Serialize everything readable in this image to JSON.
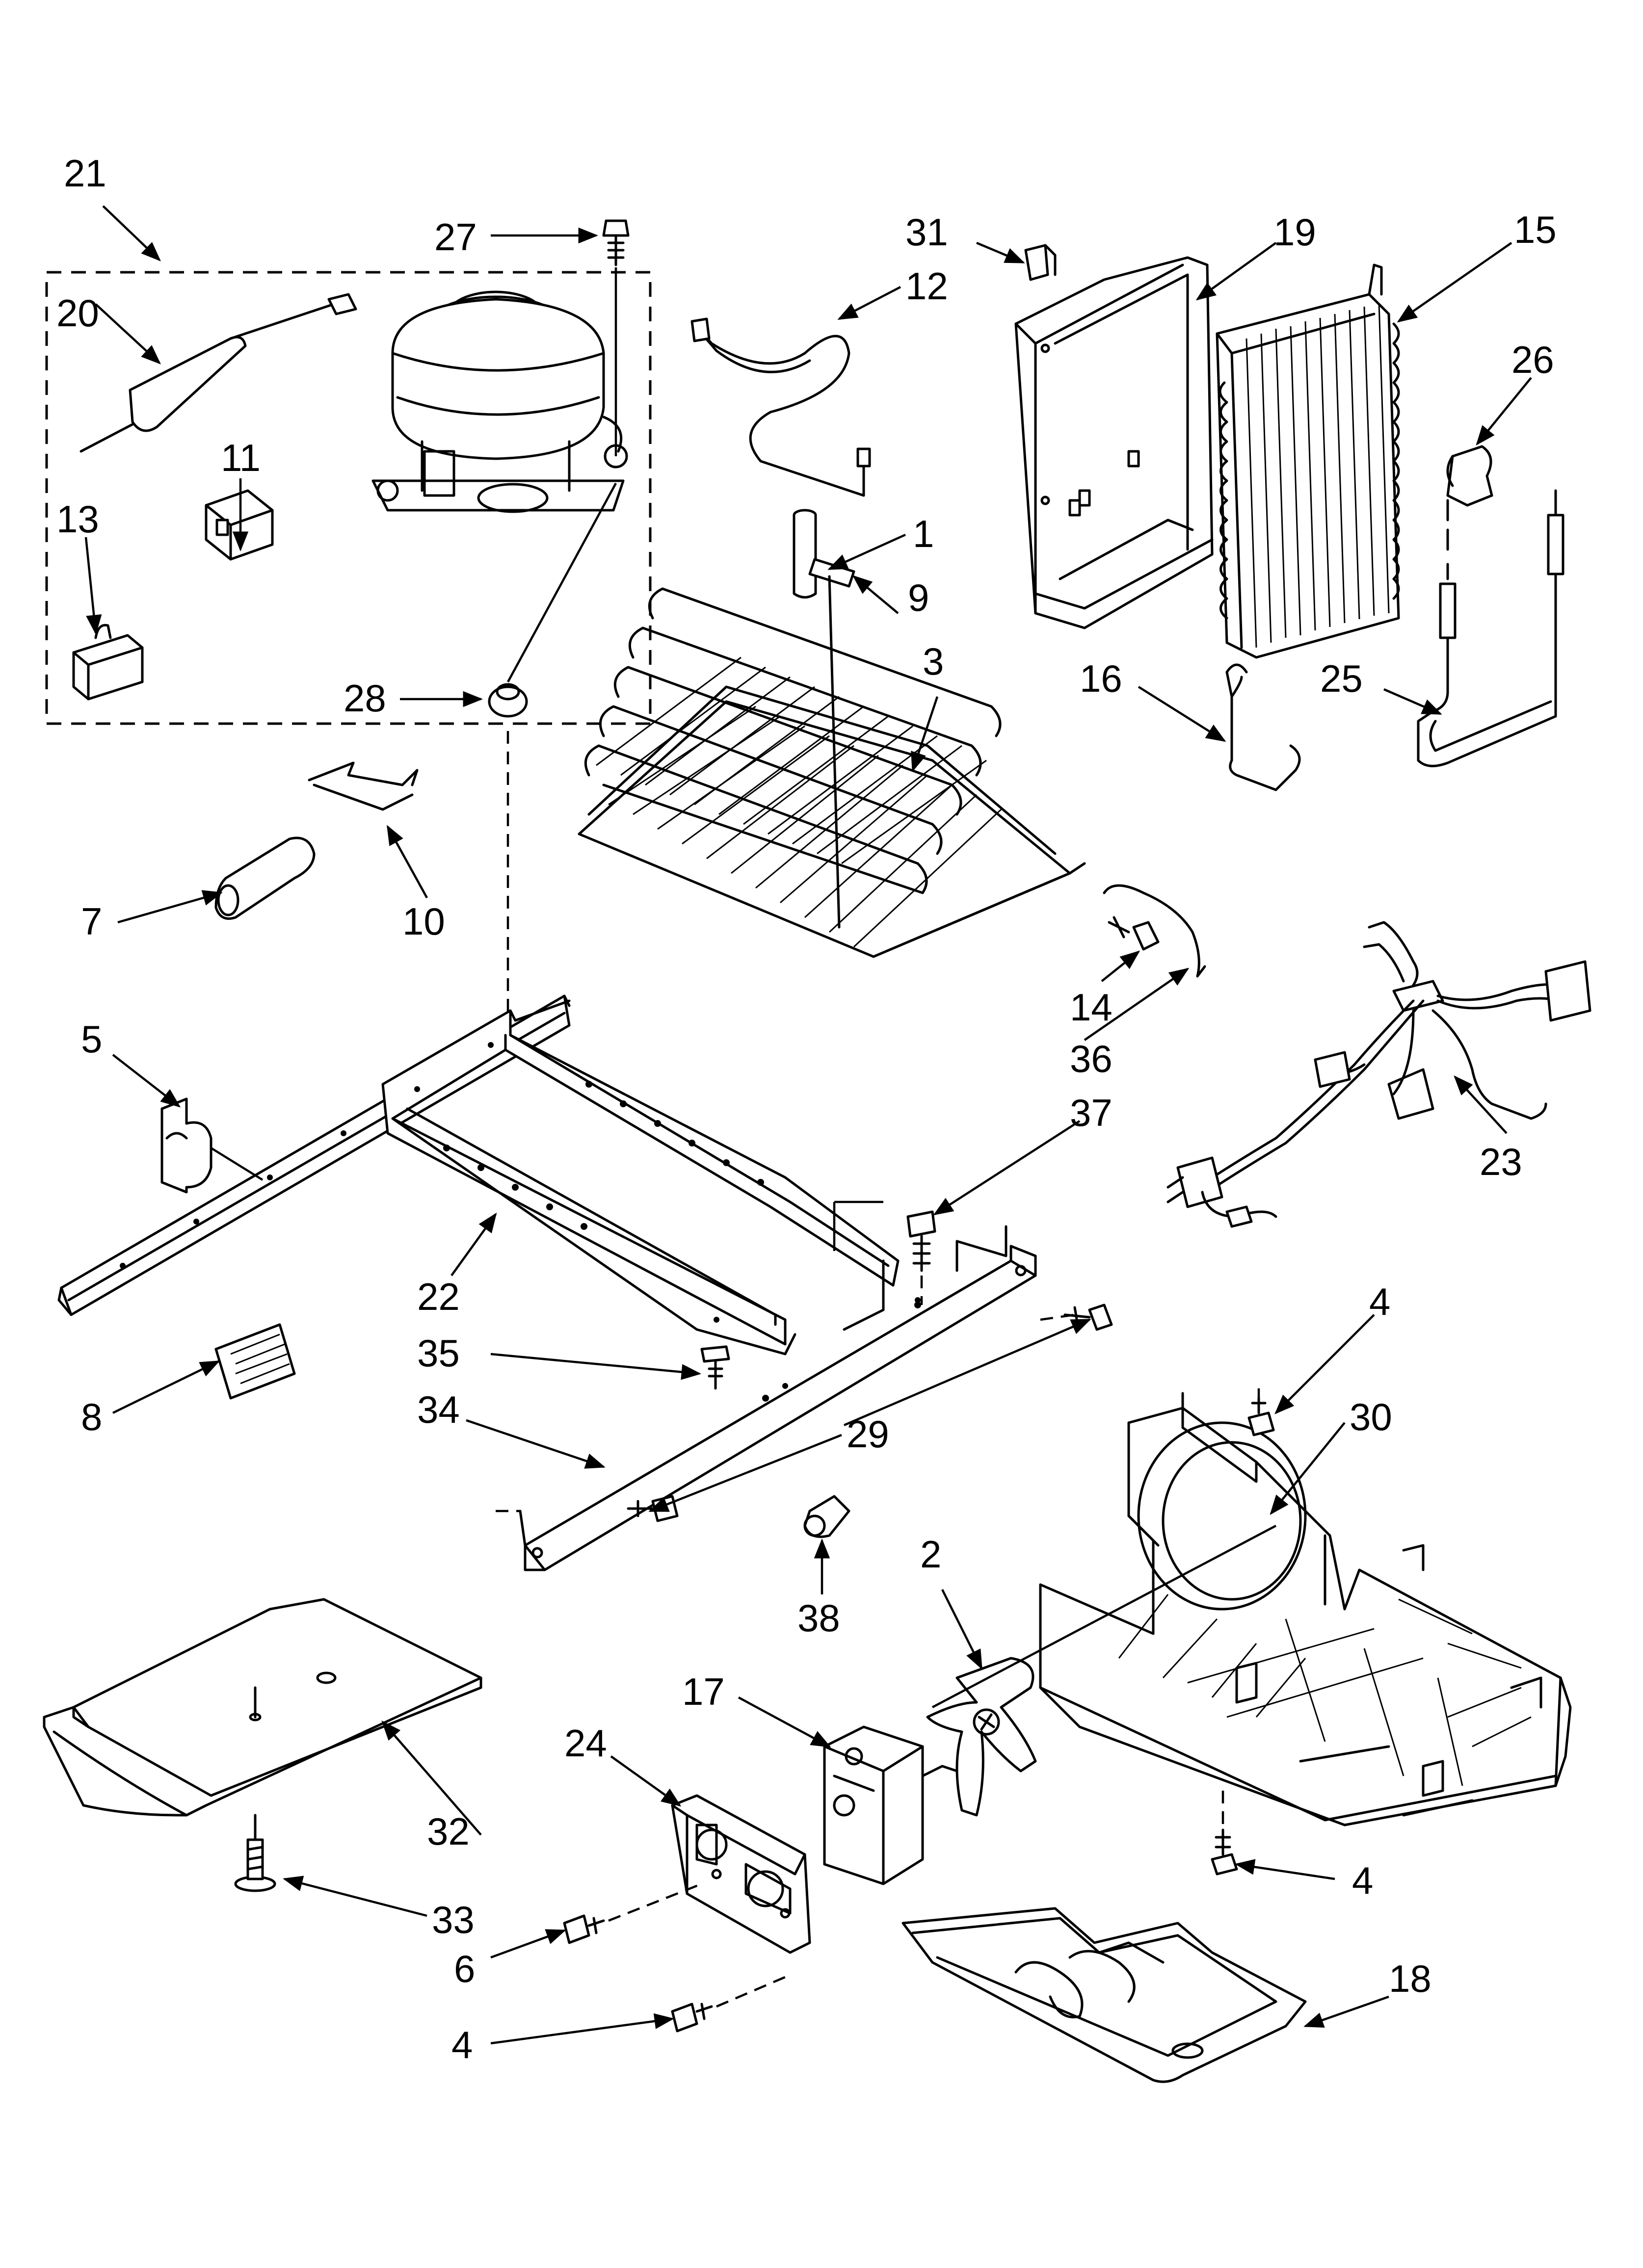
{
  "callouts": [
    {
      "id": "21",
      "label": "21"
    },
    {
      "id": "27",
      "label": "27"
    },
    {
      "id": "20",
      "label": "20"
    },
    {
      "id": "11",
      "label": "11"
    },
    {
      "id": "13",
      "label": "13"
    },
    {
      "id": "28",
      "label": "28"
    },
    {
      "id": "12",
      "label": "12"
    },
    {
      "id": "1",
      "label": "1"
    },
    {
      "id": "9",
      "label": "9"
    },
    {
      "id": "3",
      "label": "3"
    },
    {
      "id": "31",
      "label": "31"
    },
    {
      "id": "19",
      "label": "19"
    },
    {
      "id": "15",
      "label": "15"
    },
    {
      "id": "26",
      "label": "26"
    },
    {
      "id": "16",
      "label": "16"
    },
    {
      "id": "25",
      "label": "25"
    },
    {
      "id": "10",
      "label": "10"
    },
    {
      "id": "7",
      "label": "7"
    },
    {
      "id": "5",
      "label": "5"
    },
    {
      "id": "14",
      "label": "14"
    },
    {
      "id": "36",
      "label": "36"
    },
    {
      "id": "37",
      "label": "37"
    },
    {
      "id": "23",
      "label": "23"
    },
    {
      "id": "22",
      "label": "22"
    },
    {
      "id": "35",
      "label": "35"
    },
    {
      "id": "8",
      "label": "8"
    },
    {
      "id": "34",
      "label": "34"
    },
    {
      "id": "29",
      "label": "29"
    },
    {
      "id": "4a",
      "label": "4"
    },
    {
      "id": "30",
      "label": "30"
    },
    {
      "id": "38",
      "label": "38"
    },
    {
      "id": "2",
      "label": "2"
    },
    {
      "id": "17",
      "label": "17"
    },
    {
      "id": "24",
      "label": "24"
    },
    {
      "id": "32",
      "label": "32"
    },
    {
      "id": "33",
      "label": "33"
    },
    {
      "id": "6",
      "label": "6"
    },
    {
      "id": "4b",
      "label": "4"
    },
    {
      "id": "4c",
      "label": "4"
    },
    {
      "id": "18",
      "label": "18"
    }
  ]
}
